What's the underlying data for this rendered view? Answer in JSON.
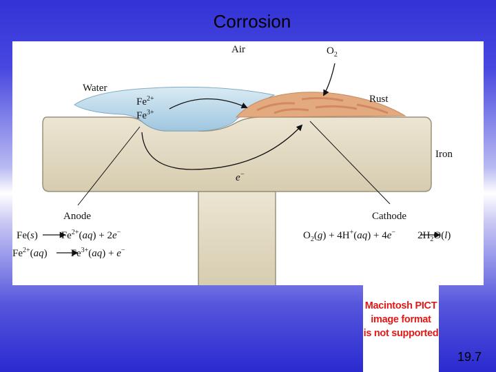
{
  "slide": {
    "title": "Corrosion",
    "number": "19.7"
  },
  "figure": {
    "labels": {
      "air": "Air",
      "o2": "O",
      "o2_sub": "2",
      "water": "Water",
      "rust": "Rust",
      "iron": "Iron",
      "fe2": "Fe",
      "fe2_sup": "2+",
      "fe3": "Fe",
      "fe3_sup": "3+",
      "electron": "e",
      "electron_sup": "−",
      "anode": "Anode",
      "cathode": "Cathode"
    },
    "anode_equations": [
      {
        "a": "Fe(",
        "a_it": "s",
        "b": ")",
        "c": "Fe",
        "c_sup": "2+",
        "d": "(",
        "d_it": "aq",
        "e": ") + 2",
        "f_it": "e",
        "f_sup": "−"
      },
      {
        "a": "Fe",
        "a_sup": "2+",
        "b": "(",
        "b_it": "aq",
        "c": ")",
        "d": "Fe",
        "d_sup": "3+",
        "e": "(",
        "e_it": "aq",
        "f": ") + ",
        "g_it": "e",
        "g_sup": "−"
      }
    ],
    "cathode_equation": {
      "p1": "O",
      "p1_sub": "2",
      "p2": "(",
      "p2_it": "g",
      "p3": ") + 4H",
      "p3_sup": "+",
      "p4": "(",
      "p4_it": "aq",
      "p5": ") + 4",
      "p6_it": "e",
      "p6_sup": "−",
      "p7": "2H",
      "p7_sub": "2",
      "p8": "O(",
      "p8_it": "l",
      "p9": ")"
    }
  },
  "placeholder": {
    "line1": "Macintosh PICT",
    "line2": "image format",
    "line3": "is not supported"
  },
  "colors": {
    "iron": "#d9d0b6",
    "water": "#b8d6e8",
    "rust": "#e0a57a",
    "pict_text": "#e01818"
  }
}
